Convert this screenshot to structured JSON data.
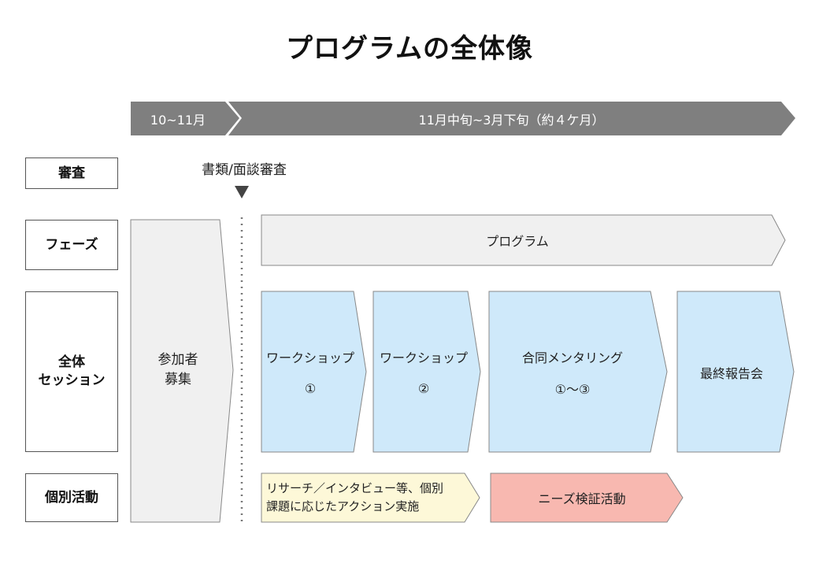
{
  "title": "プログラムの全体像",
  "timeline": {
    "period1": "10~11月",
    "period2": "11月中旬~3月下旬（約４ケ月）"
  },
  "rows": {
    "review": "審査",
    "phase": "フェーズ",
    "session": "全体\nセッション",
    "individual": "個別活動"
  },
  "review_event": "書類/面談審査",
  "recruit": "参加者\n募集",
  "phase_bar": "プログラム",
  "sessions": {
    "ws1_title": "ワークショップ",
    "ws1_num": "①",
    "ws2_title": "ワークショップ",
    "ws2_num": "②",
    "mentoring_title": "合同メンタリング",
    "mentoring_num": "①～③",
    "final": "最終報告会"
  },
  "activities": {
    "research": "リサーチ／インタビュー等、個別\n課題に応じたアクション実施",
    "needs": "ニーズ検証活動"
  },
  "colors": {
    "timeline": "#7f7f7f",
    "gray_fill": "#f0f0f0",
    "blue_fill": "#cfe9fa",
    "yellow_fill": "#fdf8d8",
    "pink_fill": "#f8b8b0",
    "stroke": "#888888"
  }
}
